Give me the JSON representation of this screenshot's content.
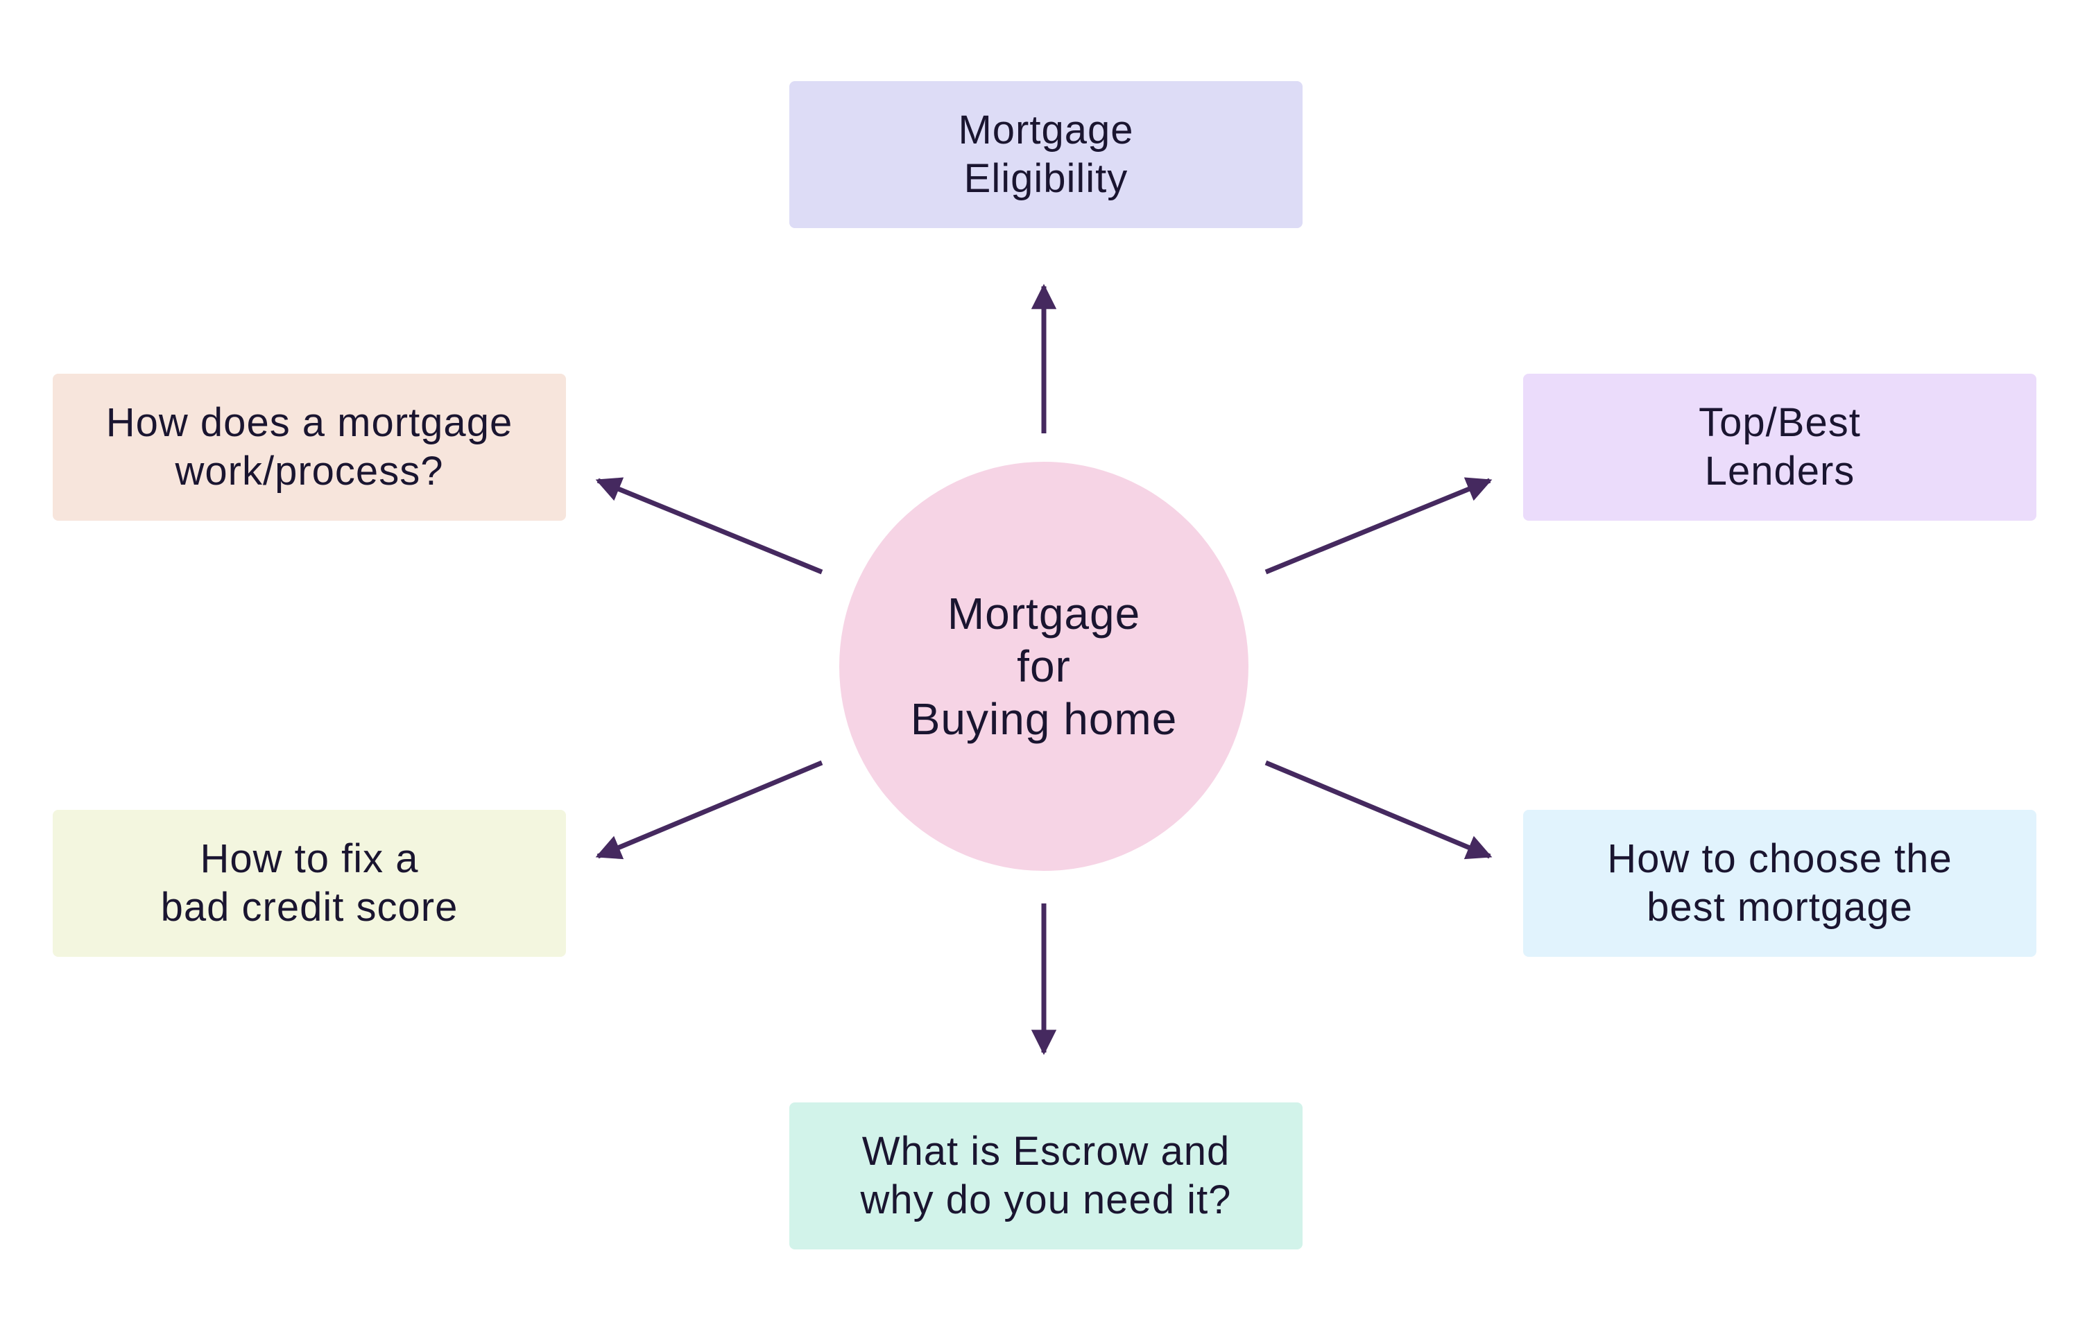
{
  "colors": {
    "arrow": "#45295f",
    "hub": "#f6d4e5",
    "text": "#1a1530"
  },
  "hub": {
    "label": "Mortgage\nfor\nBuying home"
  },
  "nodes": [
    {
      "label": "Mortgage\nEligibility",
      "color": "#dddcf6"
    },
    {
      "label": "How does a mortgage\nwork/process?",
      "color": "#f7e5dc"
    },
    {
      "label": "Top/Best\nLenders",
      "color": "#ebdcfb"
    },
    {
      "label": "How to fix a\nbad credit score",
      "color": "#f3f6df"
    },
    {
      "label": "How to choose the\nbest mortgage",
      "color": "#e1f3fd"
    },
    {
      "label": "What is Escrow and\nwhy do you need it?",
      "color": "#d2f3ea"
    }
  ]
}
